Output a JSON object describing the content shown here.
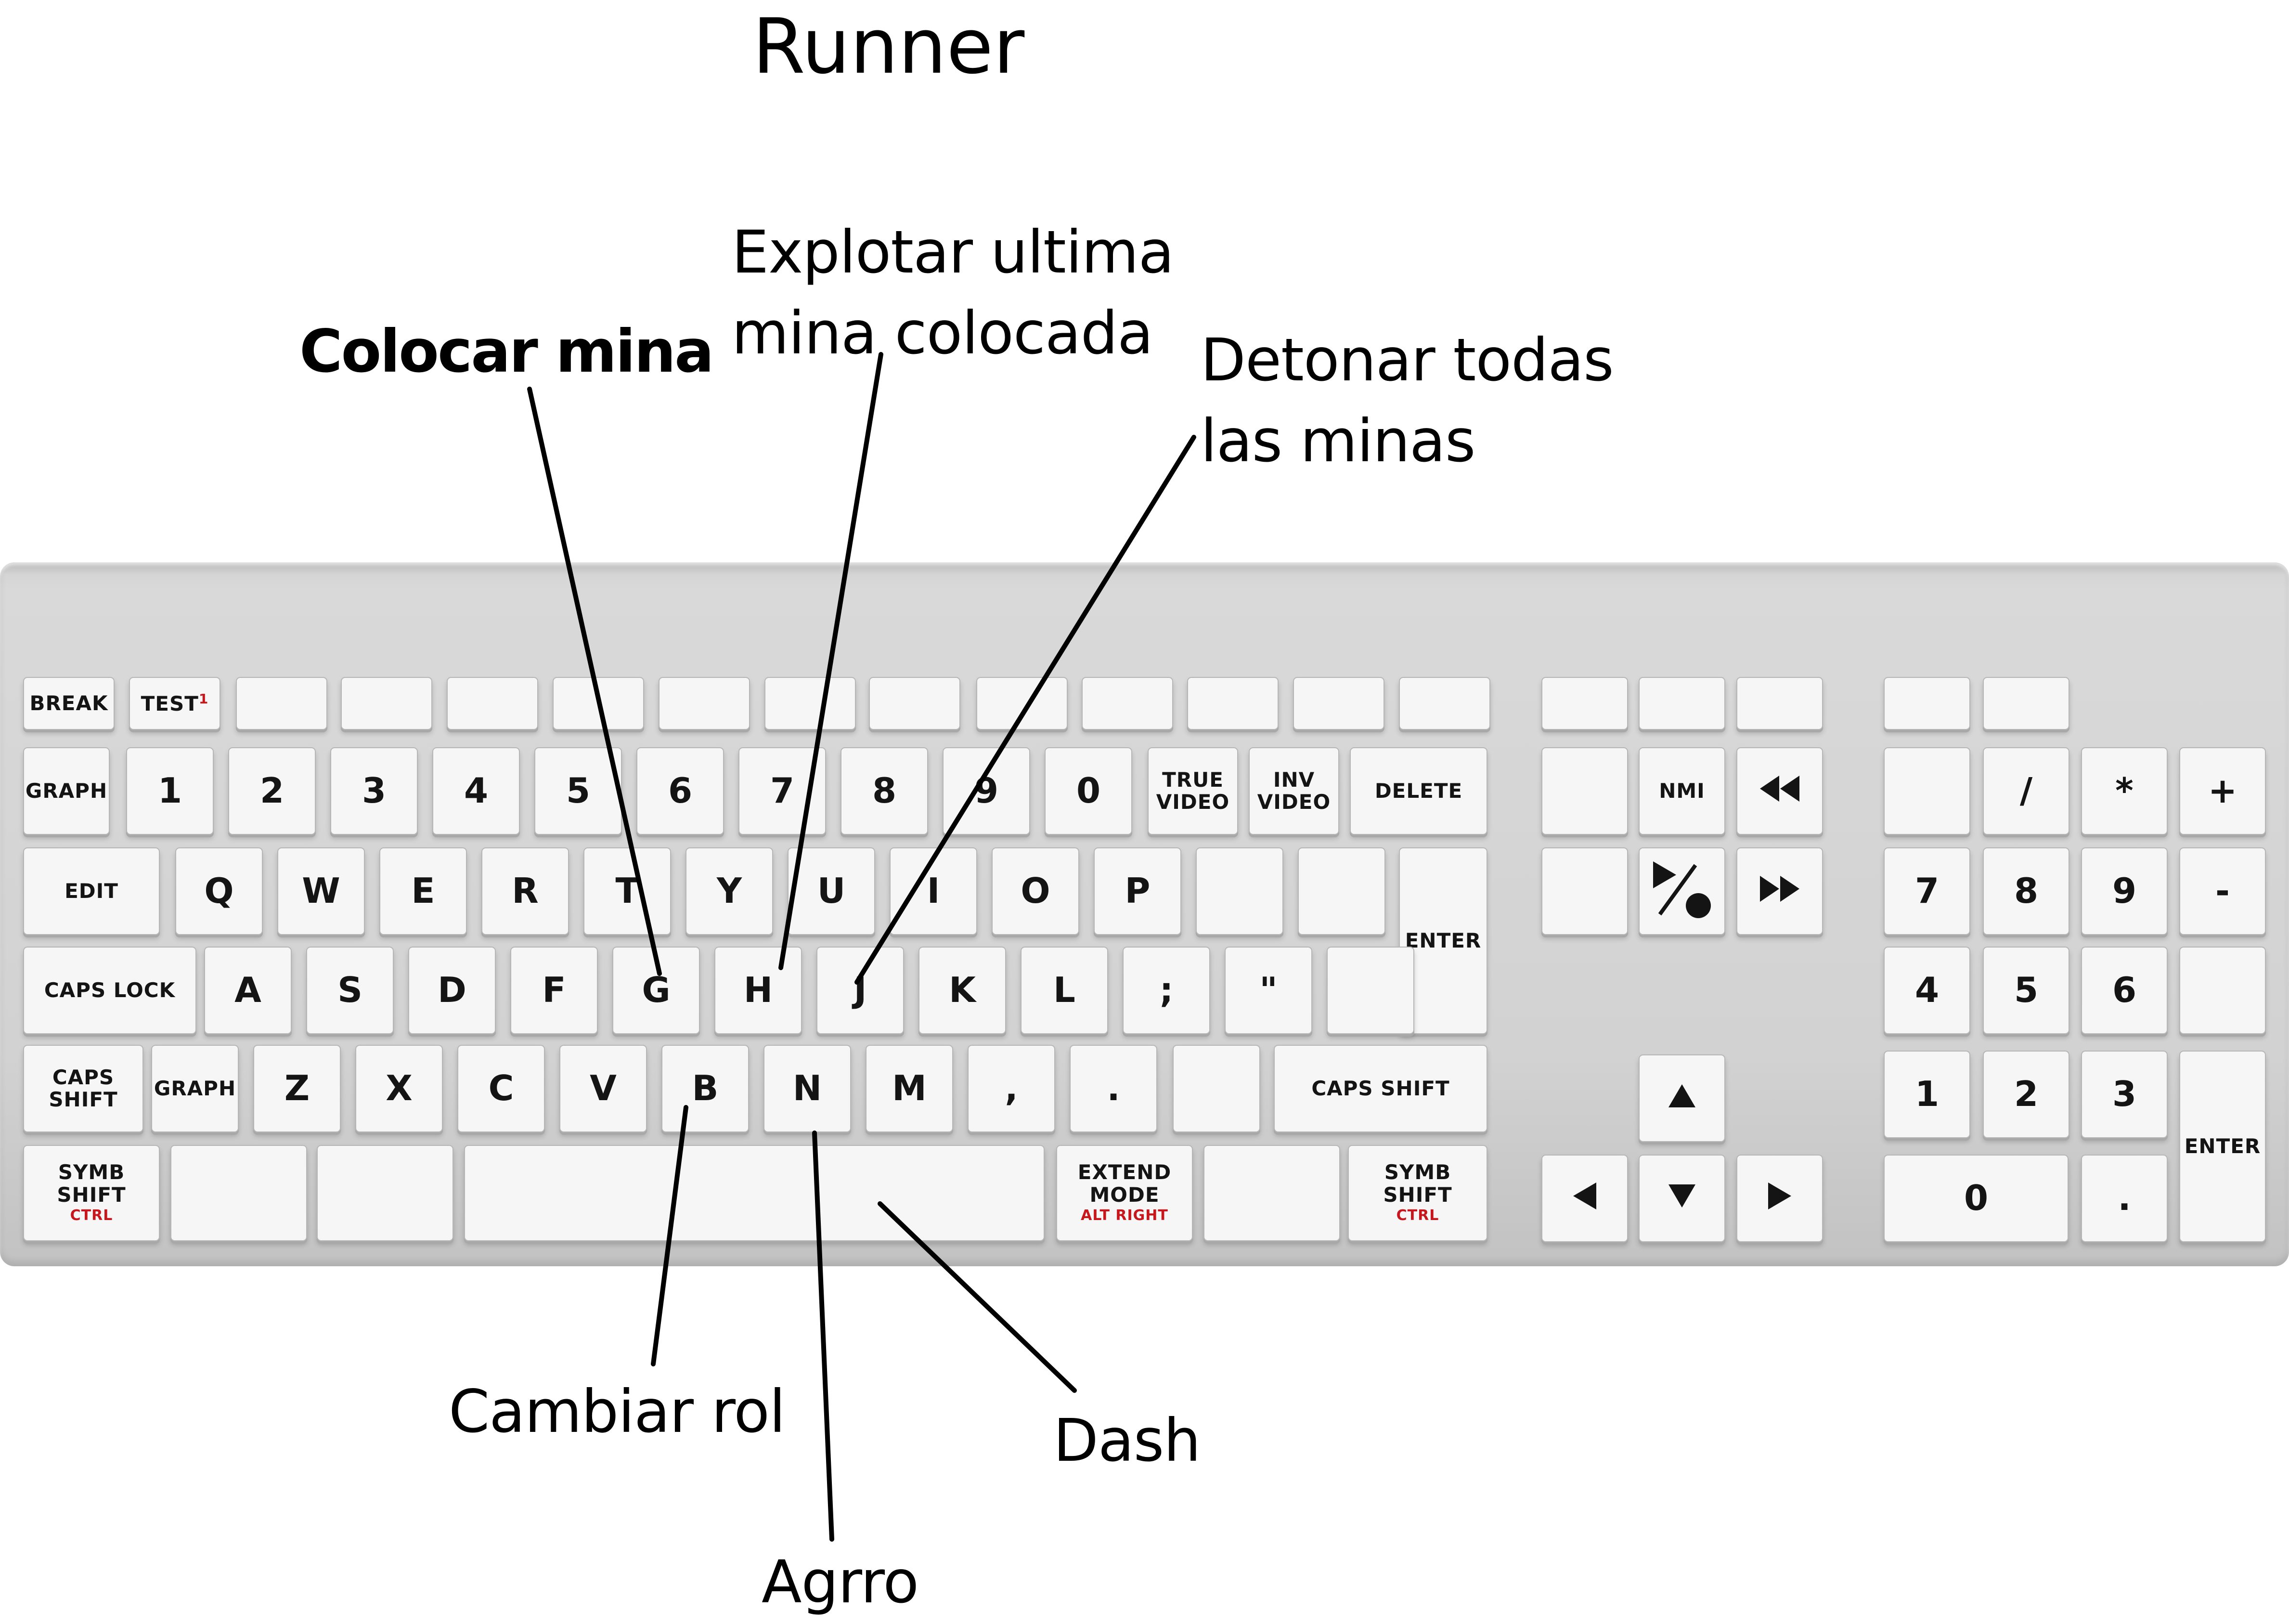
{
  "title": "Runner",
  "annotations": [
    {
      "id": "colocar-mina",
      "text": "Colocar mina",
      "bold": true,
      "key": "G"
    },
    {
      "id": "explotar-ultima",
      "text": "Explotar ultima\nmina colocada",
      "key": "H"
    },
    {
      "id": "detonar-todas",
      "text": "Detonar todas\nlas minas",
      "key": "J"
    },
    {
      "id": "cambiar-rol",
      "text": "Cambiar rol",
      "key": "B"
    },
    {
      "id": "agrro",
      "text": "Agrro",
      "key": "N"
    },
    {
      "id": "dash",
      "text": "Dash",
      "key": "Space"
    }
  ],
  "keyboard": {
    "body_color": "#d4d4d4",
    "key_color": "#f6f6f6",
    "accent_color": "#c8161d",
    "rows": [
      [
        {
          "label": "BREAK"
        },
        {
          "label": "TEST",
          "sup": "1"
        },
        {
          "label": ""
        },
        {
          "label": ""
        },
        {
          "label": ""
        },
        {
          "label": ""
        },
        {
          "label": ""
        },
        {
          "label": ""
        },
        {
          "label": ""
        },
        {
          "label": ""
        },
        {
          "label": ""
        },
        {
          "label": ""
        },
        {
          "label": ""
        },
        {
          "label": ""
        },
        {
          "label": ""
        },
        {
          "label": ""
        },
        {
          "label": ""
        },
        {
          "label": ""
        },
        {
          "label": ""
        }
      ],
      [
        {
          "label": "GRAPH"
        },
        {
          "label": "1"
        },
        {
          "label": "2"
        },
        {
          "label": "3"
        },
        {
          "label": "4"
        },
        {
          "label": "5"
        },
        {
          "label": "6"
        },
        {
          "label": "7"
        },
        {
          "label": "8"
        },
        {
          "label": "9"
        },
        {
          "label": "0"
        },
        {
          "label": "TRUE\nVIDEO"
        },
        {
          "label": "INV\nVIDEO"
        },
        {
          "label": "DELETE"
        },
        {
          "label": ""
        },
        {
          "label": "NMI"
        },
        {
          "label": "",
          "icon": "rewind-icon"
        },
        {
          "label": ""
        },
        {
          "label": "/"
        },
        {
          "label": "*"
        },
        {
          "label": "+"
        }
      ],
      [
        {
          "label": "EDIT"
        },
        {
          "label": "Q"
        },
        {
          "label": "W"
        },
        {
          "label": "E"
        },
        {
          "label": "R"
        },
        {
          "label": "T"
        },
        {
          "label": "Y"
        },
        {
          "label": "U"
        },
        {
          "label": "I"
        },
        {
          "label": "O"
        },
        {
          "label": "P"
        },
        {
          "label": ""
        },
        {
          "label": ""
        },
        {
          "label": "ENTER"
        },
        {
          "label": ""
        },
        {
          "label": "",
          "icon": "play-record-icon"
        },
        {
          "label": "",
          "icon": "fast-forward-icon"
        },
        {
          "label": "7"
        },
        {
          "label": "8"
        },
        {
          "label": "9"
        },
        {
          "label": "-"
        }
      ],
      [
        {
          "label": "CAPS LOCK"
        },
        {
          "label": "A"
        },
        {
          "label": "S"
        },
        {
          "label": "D"
        },
        {
          "label": "F"
        },
        {
          "label": "G"
        },
        {
          "label": "H"
        },
        {
          "label": "J"
        },
        {
          "label": "K"
        },
        {
          "label": "L"
        },
        {
          "label": ";"
        },
        {
          "label": "\""
        },
        {
          "label": ""
        },
        {
          "label": "4"
        },
        {
          "label": "5"
        },
        {
          "label": "6"
        },
        {
          "label": ""
        }
      ],
      [
        {
          "label": "CAPS\nSHIFT"
        },
        {
          "label": "GRAPH"
        },
        {
          "label": "Z"
        },
        {
          "label": "X"
        },
        {
          "label": "C"
        },
        {
          "label": "V"
        },
        {
          "label": "B"
        },
        {
          "label": "N"
        },
        {
          "label": "M"
        },
        {
          "label": ","
        },
        {
          "label": "."
        },
        {
          "label": ""
        },
        {
          "label": "CAPS SHIFT"
        },
        {
          "label": "",
          "icon": "arrow-up-icon"
        },
        {
          "label": "1"
        },
        {
          "label": "2"
        },
        {
          "label": "3"
        },
        {
          "label": "ENTER"
        }
      ],
      [
        {
          "label": "SYMB\nSHIFT",
          "sub": "CTRL"
        },
        {
          "label": ""
        },
        {
          "label": ""
        },
        {
          "label": "",
          "name": "Space"
        },
        {
          "label": "EXTEND\nMODE",
          "sub": "ALT RIGHT"
        },
        {
          "label": ""
        },
        {
          "label": "SYMB\nSHIFT",
          "sub": "CTRL"
        },
        {
          "label": "",
          "icon": "arrow-left-icon"
        },
        {
          "label": "",
          "icon": "arrow-down-icon"
        },
        {
          "label": "",
          "icon": "arrow-right-icon"
        },
        {
          "label": "0"
        },
        {
          "label": "."
        }
      ]
    ]
  }
}
